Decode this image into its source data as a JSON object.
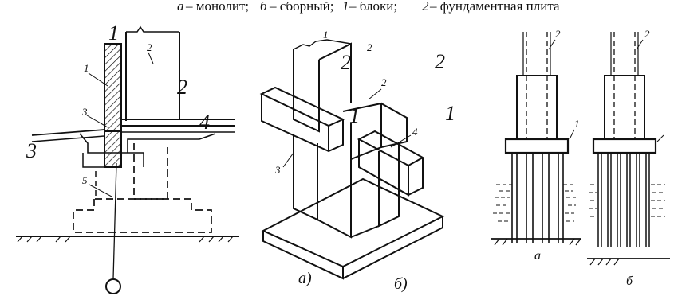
{
  "caption": {
    "a_mark": "а",
    "a_text": " – монолит; ",
    "b_mark": "б",
    "b_text": " – сборный; ",
    "n1_mark": "1",
    "n1_text": " – блоки; ",
    "n2_mark": "2",
    "n2_text": " – фундаментная плита"
  },
  "left_figure": {
    "label_big_1": "1",
    "label_big_2": "2",
    "label_big_3": "3",
    "label_big_4": "4",
    "label_1": "1",
    "label_2": "2",
    "label_3": "3",
    "label_5": "5"
  },
  "middle_figure": {
    "label_1_small": "1",
    "label_2_small_top": "2",
    "label_2_small": "2",
    "label_3": "3",
    "label_4": "4",
    "big_1_a": "1",
    "big_1_b": "1",
    "big_2_a": "2",
    "big_2_b": "2",
    "sub_a": "а)",
    "sub_b": "б)"
  },
  "right_figure": {
    "a_label_2": "2",
    "a_label_1": "1",
    "a_letter": "а",
    "b_label_2": "2",
    "b_letter": "б"
  }
}
